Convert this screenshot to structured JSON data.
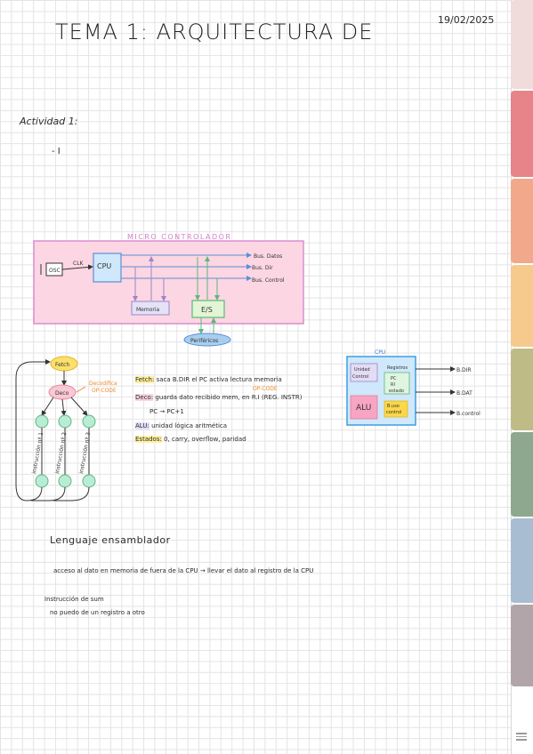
{
  "header": {
    "title": "TEMA 1: ARQUITECTURA DE",
    "date": "19/02/2025"
  },
  "activity": {
    "label": "Actividad 1:",
    "bullet": "- I"
  },
  "micro_diagram": {
    "title": "MICRO CONTROLADOR",
    "osc": "OSC",
    "clk": "CLK",
    "cpu": "CPU",
    "memory": "Memoria",
    "io": "E/S",
    "peripherals": "Periféricos",
    "bus_data": "Bus. Datos",
    "bus_addr": "Bus. Dir",
    "bus_control": "Bus. Control"
  },
  "cycle": {
    "fetch": "Fetch",
    "deco": "Deco",
    "deco_note_1": "Decodifica",
    "deco_note_2": "OP-CODE",
    "instr1": "instrucción nº 1",
    "instr2": "instrucción nº 2",
    "instr3": "instrucción nº 3",
    "desc_fetch_key": "Fetch:",
    "desc_fetch": "saca B.DIR el PC activa lectura memoria",
    "opcode_note": "OP-CODE",
    "desc_deco_key": "Deco:",
    "desc_deco": "guarda dato recibido mem, en R.I (REG. INSTR)",
    "desc_pc": "PC → PC+1",
    "desc_alu_key": "ALU:",
    "desc_alu": "unidad lógica aritmética",
    "desc_state_key": "Estados:",
    "desc_state": "0, carry, overflow, paridad"
  },
  "cpu_diagram": {
    "title": "CPU",
    "control_unit_1": "Unidad",
    "control_unit_2": "Control",
    "registers": "Registros",
    "reg_pc": "PC",
    "reg_ri": "RI",
    "reg_state": "estado",
    "alu": "ALU",
    "bus_ctrl_1": "B.uso",
    "bus_ctrl_2": "control",
    "bus_dir": "B.DIR",
    "bus_dat": "B.DAT",
    "bus_control": "B.control"
  },
  "notes": {
    "heading": "Lenguaje ensamblador",
    "line1": "acceso al dato en memoria de fuera de la CPU → llevar el dato al registro de la CPU",
    "line2": "Instrucción de sum",
    "line3": "no puedo de un registro a otro"
  },
  "tabs": {
    "colors": [
      "#f1dcdc",
      "#e6848a",
      "#f2a88a",
      "#f6c98d",
      "#bfbb86",
      "#8ea88f",
      "#a8bdd2",
      "#b2a5aa"
    ]
  }
}
